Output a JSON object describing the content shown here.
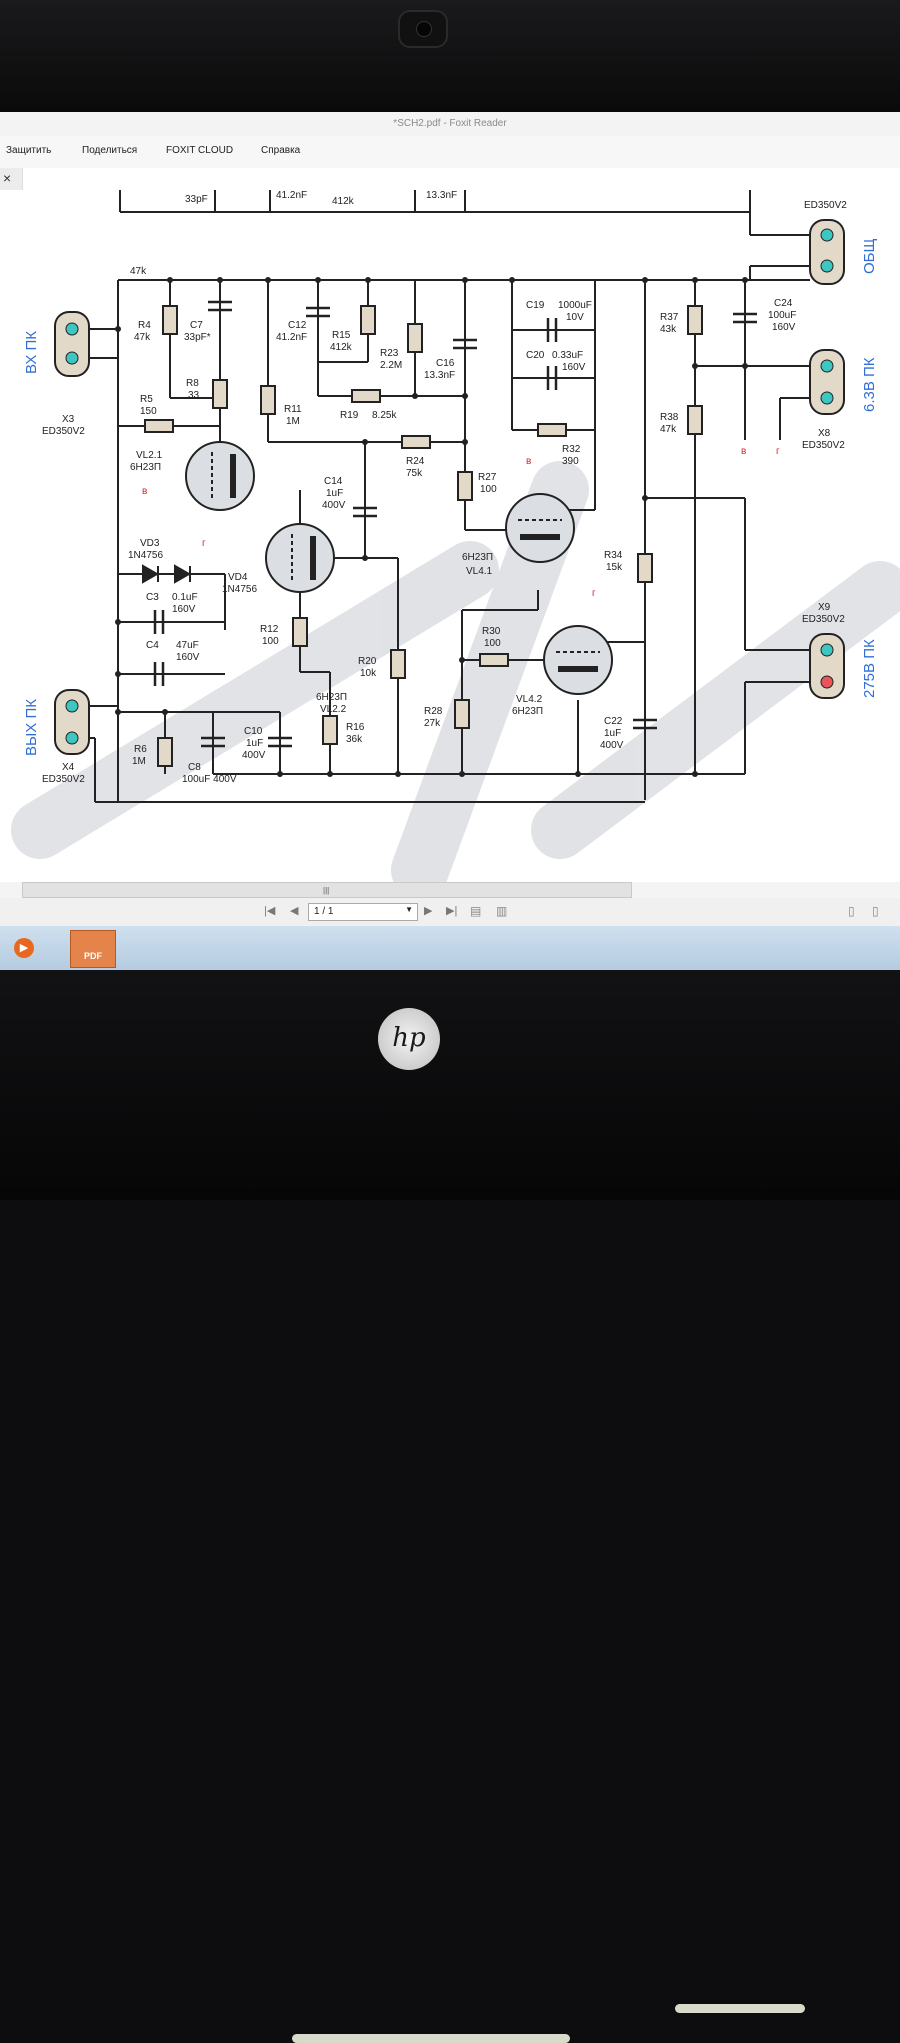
{
  "window": {
    "title": "*SCH2.pdf - Foxit Reader"
  },
  "ribbon": {
    "items": [
      "Защитить",
      "Поделиться",
      "FOXIT CLOUD",
      "Справка"
    ]
  },
  "tab": {
    "close": "×"
  },
  "navigation": {
    "page": "1 / 1",
    "first": "|◀",
    "prev": "◀",
    "next": "▶",
    "last": "▶|"
  },
  "taskbar": {
    "items": [
      "media-player-icon",
      "foxit-pdf-icon"
    ],
    "pdf_label": "PDF"
  },
  "laptop": {
    "brand": "hp"
  },
  "schematic": {
    "connectors": [
      {
        "id": "X3",
        "model": "ED350V2",
        "label": "ВХ ПК"
      },
      {
        "id": "X4",
        "model": "ED350V2",
        "label": "ВЫХ ПК"
      },
      {
        "id": "X8",
        "model": "ED350V2",
        "label": "6.3В ПК"
      },
      {
        "id": "X9",
        "model": "ED350V2",
        "label": "275В ПК"
      },
      {
        "id": "",
        "model": "ED350V2",
        "label": "ОБЩ"
      }
    ],
    "top_partial_labels": [
      "47k",
      "33pF",
      "41.2nF",
      "412k",
      "13.3nF"
    ],
    "resistors": [
      {
        "ref": "R4",
        "value": "47k"
      },
      {
        "ref": "R5",
        "value": "150"
      },
      {
        "ref": "R8",
        "value": "33"
      },
      {
        "ref": "R11",
        "value": "1M"
      },
      {
        "ref": "R15",
        "value": "412k"
      },
      {
        "ref": "R23",
        "value": "2.2M"
      },
      {
        "ref": "R19",
        "value": "8.25k"
      },
      {
        "ref": "R24",
        "value": "75k"
      },
      {
        "ref": "R27",
        "value": "100"
      },
      {
        "ref": "R32",
        "value": "390"
      },
      {
        "ref": "R37",
        "value": "43k"
      },
      {
        "ref": "R38",
        "value": "47k"
      },
      {
        "ref": "R34",
        "value": "15k"
      },
      {
        "ref": "R12",
        "value": "100"
      },
      {
        "ref": "R20",
        "value": "10k"
      },
      {
        "ref": "R16",
        "value": "36k"
      },
      {
        "ref": "R30",
        "value": "100"
      },
      {
        "ref": "R28",
        "value": "27k"
      },
      {
        "ref": "R6",
        "value": "1M"
      }
    ],
    "capacitors": [
      {
        "ref": "C7",
        "value": "33pF*"
      },
      {
        "ref": "C12",
        "value": "41.2nF"
      },
      {
        "ref": "C16",
        "value": "13.3nF"
      },
      {
        "ref": "C19",
        "value": "1000uF",
        "voltage": "10V"
      },
      {
        "ref": "C20",
        "value": "0.33uF",
        "voltage": "160V"
      },
      {
        "ref": "C24",
        "value": "100uF",
        "voltage": "160V"
      },
      {
        "ref": "C14",
        "value": "1uF",
        "voltage": "400V"
      },
      {
        "ref": "C3",
        "value": "0.1uF",
        "voltage": "160V"
      },
      {
        "ref": "C4",
        "value": "47uF",
        "voltage": "160V"
      },
      {
        "ref": "C10",
        "value": "1uF",
        "voltage": "400V"
      },
      {
        "ref": "C8",
        "value": "100uF 400V"
      },
      {
        "ref": "C22",
        "value": "1uF",
        "voltage": "400V"
      }
    ],
    "diodes": [
      {
        "ref": "VD3",
        "value": "1N4756"
      },
      {
        "ref": "VD4",
        "value": "1N4756"
      }
    ],
    "tubes": [
      {
        "ref": "VL2.1",
        "type": "6Н23П"
      },
      {
        "ref": "VL2.2",
        "type": "6Н23П"
      },
      {
        "ref": "VL4.1",
        "type": "6Н23П"
      },
      {
        "ref": "VL4.2",
        "type": "6Н23П"
      }
    ],
    "heater_marks": [
      "в",
      "г"
    ]
  }
}
